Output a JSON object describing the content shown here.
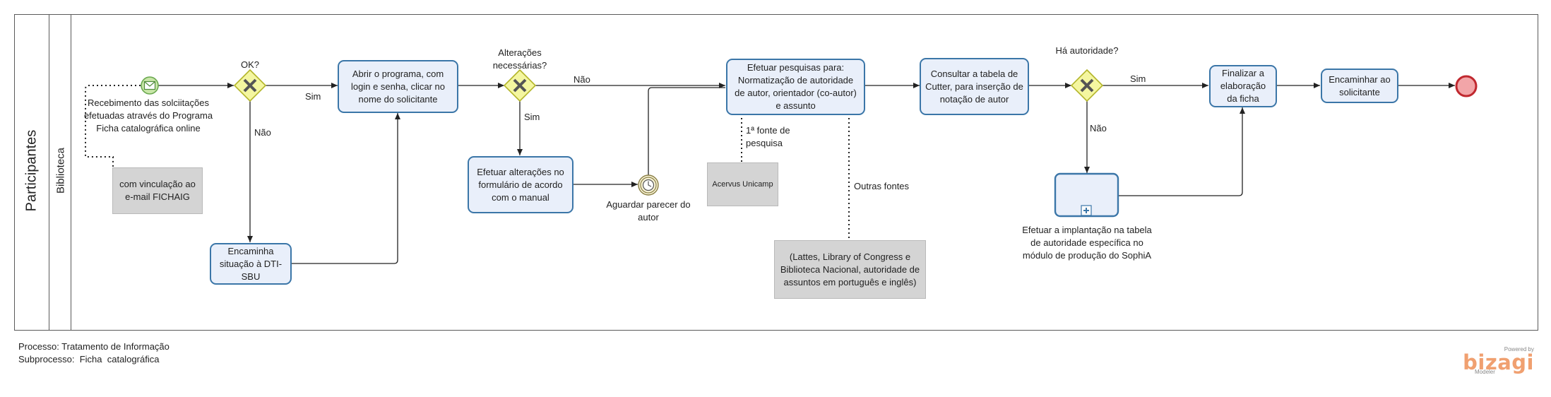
{
  "pool": {
    "label": "Participantes"
  },
  "lane": {
    "label": "Biblioteca"
  },
  "start_event": {
    "label": "Recebimento das solciitações efetuadas através do Programa Ficha catalográfica online"
  },
  "annotations": {
    "email": "com vinculação ao e-mail FICHAIG",
    "acervus": "Acervus Unicamp",
    "outras": "(Lattes, Library of Congress e Biblioteca Nacional, autoridade de assuntos em português e inglês)"
  },
  "gateways": {
    "ok": "OK?",
    "alteracoes": "Alterações necessárias?",
    "autoridade": "Há autoridade?"
  },
  "tasks": {
    "encaminha_dti": "Encaminha situação à DTI-SBU",
    "abrir_programa": "Abrir o programa, com login e senha, clicar no nome do solicitante",
    "efetuar_alteracoes": "Efetuar alterações no formulário de acordo com o manual",
    "efetuar_pesquisas": "Efetuar pesquisas para: Normatização de autoridade de autor, orientador (co-autor) e assunto",
    "consultar_cutter": "Consultar a tabela de Cutter, para inserção de notação de autor",
    "implantacao": "",
    "finalizar": "Finalizar  a elaboração da ficha",
    "encaminhar": "Encaminhar ao solicitante"
  },
  "implantacao_label": "Efetuar a implantação na tabela de autoridade específica no módulo de produção do SophiA",
  "timer_event": {
    "label": "Aguardar parecer do autor"
  },
  "flow_labels": {
    "sim_ok": "Sim",
    "nao_ok": "Não",
    "nao_alt": "Não",
    "sim_alt": "Sim",
    "sim_aut": "Sim",
    "nao_aut": "Não",
    "primeira_fonte": "1ª fonte de pesquisa",
    "outras_fontes": "Outras fontes"
  },
  "footer": {
    "processo": "Processo: Tratamento de Informação",
    "subprocesso": "Subprocesso:  Ficha  catalográfica"
  },
  "brand": {
    "powered": "Powered by",
    "name": "bizagi",
    "product": "Modeler"
  },
  "colors": {
    "task_border": "#3b76a8",
    "task_fill": "#e9effa",
    "gateway_fill": "#f4f6a0",
    "gateway_border": "#b3b52a",
    "start_fill": "#c8e6a8",
    "start_border": "#6aa84f",
    "end_fill": "#f2a5a8",
    "end_border": "#c0282f",
    "artifact_fill": "#d4d4d4"
  }
}
